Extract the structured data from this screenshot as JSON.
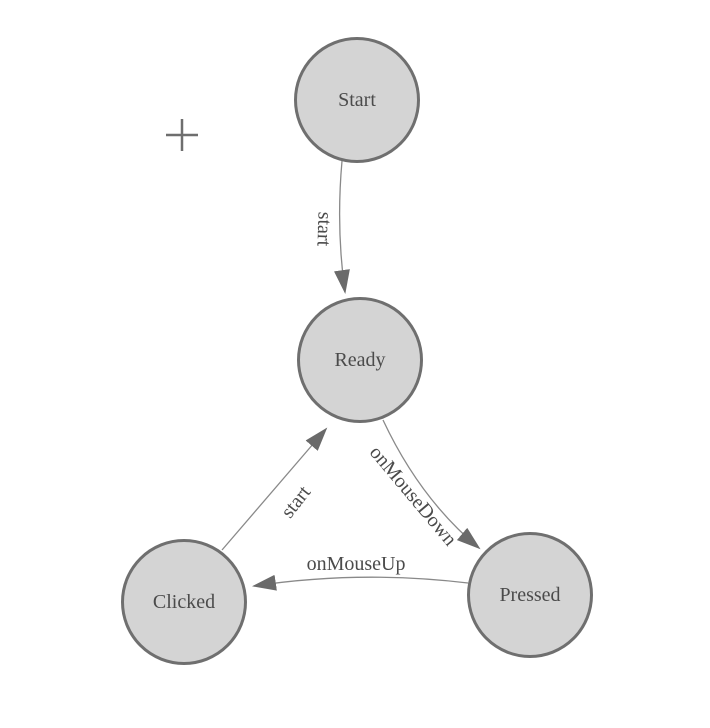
{
  "diagram": {
    "type": "state-machine",
    "nodes": [
      {
        "id": "start",
        "label": "Start"
      },
      {
        "id": "ready",
        "label": "Ready"
      },
      {
        "id": "clicked",
        "label": "Clicked"
      },
      {
        "id": "pressed",
        "label": "Pressed"
      }
    ],
    "edges": [
      {
        "from": "start",
        "to": "ready",
        "label": "start"
      },
      {
        "from": "ready",
        "to": "pressed",
        "label": "onMouseDown"
      },
      {
        "from": "pressed",
        "to": "clicked",
        "label": "onMouseUp"
      },
      {
        "from": "clicked",
        "to": "ready",
        "label": "start"
      }
    ],
    "origin_marker": "plus-crosshair"
  },
  "colors": {
    "background": "#ffffff",
    "node_fill": "#d4d4d4",
    "node_stroke": "#6f6f6f",
    "edge_color": "#898989",
    "arrow_color": "#6a6a6a",
    "text_color": "#4b4b4b",
    "cross_color": "#6e6e6e"
  }
}
